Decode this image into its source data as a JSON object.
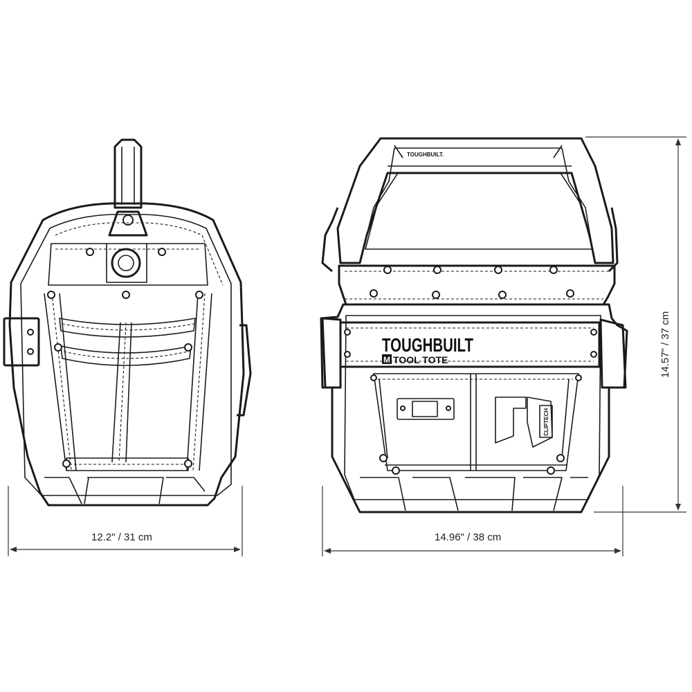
{
  "brand": {
    "logo_small": "TOUGHBUILT.",
    "logo_main": "TOUGHBUILT",
    "product_mark": "M",
    "product_name": "TOOL TOTE",
    "clip_label": "CLIPTECH"
  },
  "dimensions": {
    "side_width": "12.2\"  / 31 cm",
    "front_width": "14.96\"  / 38 cm",
    "height": "14.57\"  /  37 cm"
  },
  "colors": {
    "line": "#1a1a1a",
    "background": "#ffffff"
  }
}
